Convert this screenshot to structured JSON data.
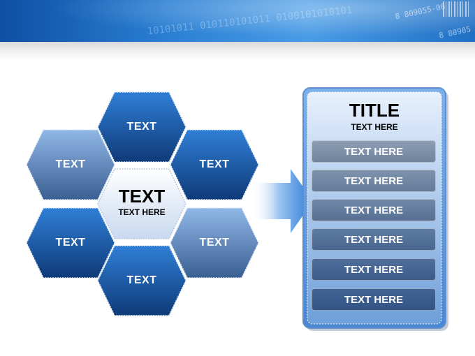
{
  "diagram": {
    "hexagons": {
      "top": "TEXT",
      "upper_left": "TEXT",
      "upper_right": "TEXT",
      "lower_left": "TEXT",
      "lower_right": "TEXT",
      "bottom": "TEXT",
      "center_title": "TEXT",
      "center_subtitle": "TEXT HERE"
    },
    "panel": {
      "title": "TITLE",
      "subtitle": "TEXT HERE",
      "items": [
        "TEXT HERE",
        "TEXT HERE",
        "TEXT HERE",
        "TEXT HERE",
        "TEXT HERE",
        "TEXT HERE"
      ]
    }
  },
  "banner": {
    "binary_text": "10101011 010110101011 0100101010101",
    "barcode_text_1": "8 809055-06",
    "barcode_text_2": "8 80905"
  }
}
